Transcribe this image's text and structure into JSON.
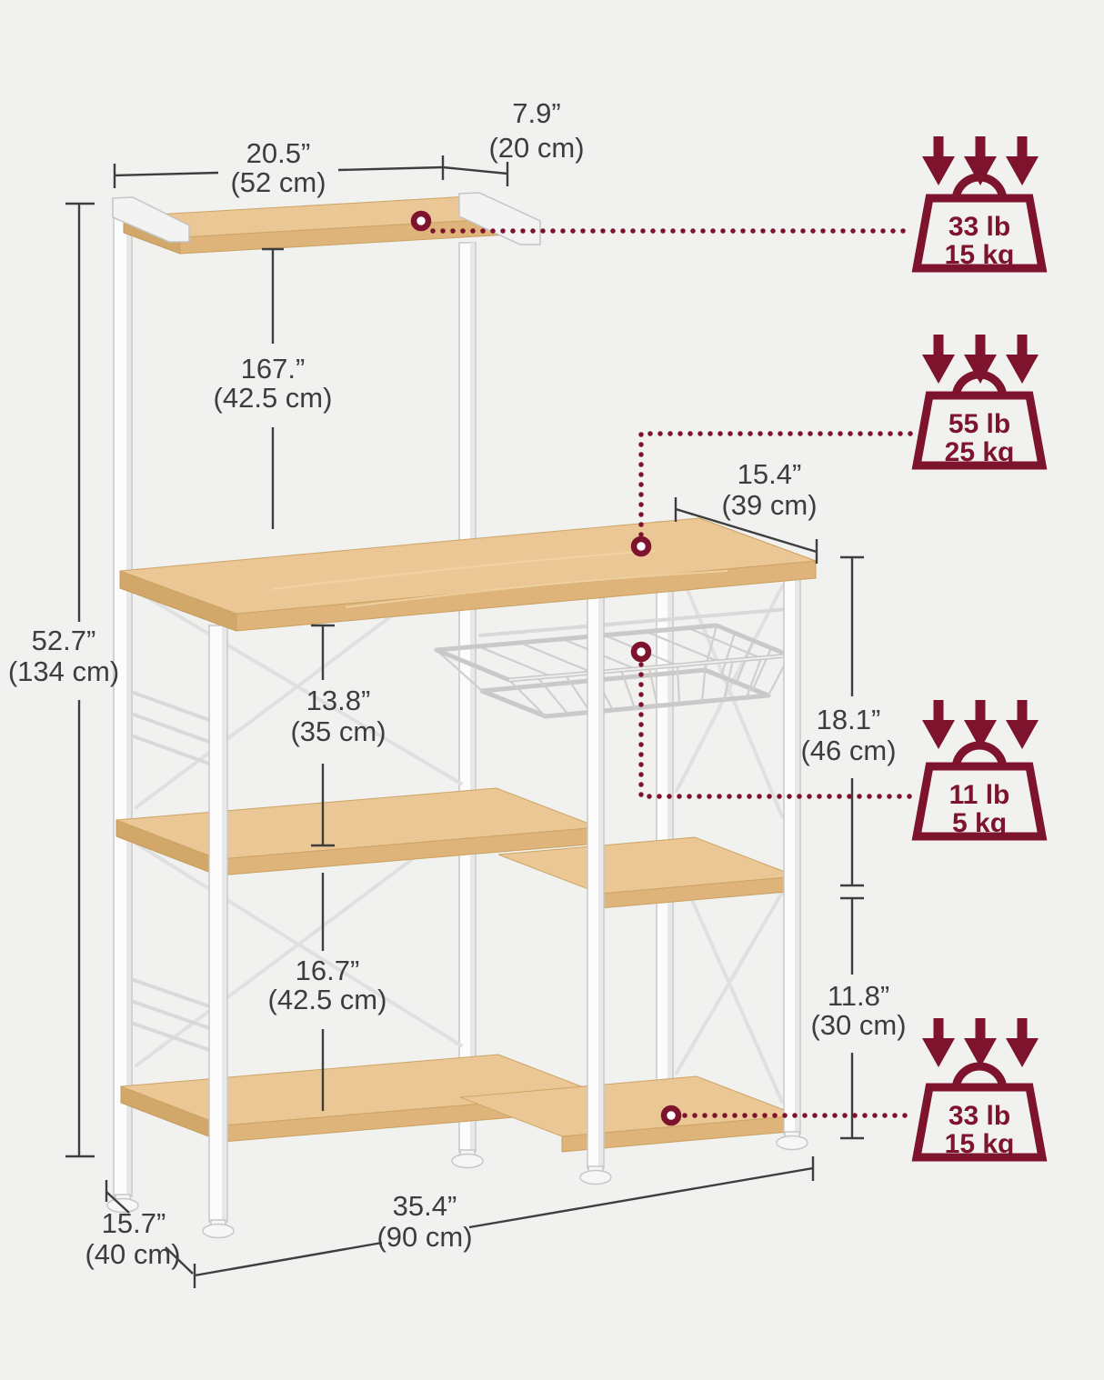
{
  "dims": {
    "top_shelf_width": {
      "in": "20.5”",
      "cm": "(52 cm)"
    },
    "top_shelf_depth": {
      "in": "7.9”",
      "cm": "(20 cm)"
    },
    "hutch_clearance": {
      "in": "167.”",
      "cm": "(42.5 cm)"
    },
    "total_height": {
      "in": "52.7”",
      "cm": "(134 cm)"
    },
    "worktop_to_mid_shelf": {
      "in": "13.8”",
      "cm": "(35 cm)"
    },
    "mid_to_bottom_shelf": {
      "in": "16.7”",
      "cm": "(42.5 cm)"
    },
    "worktop_depth": {
      "in": "15.4”",
      "cm": "(39 cm)"
    },
    "right_upper_height": {
      "in": "18.1”",
      "cm": "(46 cm)"
    },
    "right_lower_height": {
      "in": "11.8”",
      "cm": "(30 cm)"
    },
    "unit_width": {
      "in": "35.4”",
      "cm": "(90 cm)"
    },
    "unit_depth": {
      "in": "15.7”",
      "cm": "(40 cm)"
    }
  },
  "loads": {
    "top_shelf": {
      "lb": "33 lb",
      "kg": "15 kg"
    },
    "worktop": {
      "lb": "55 lb",
      "kg": "25 kg"
    },
    "wire_basket": {
      "lb": "11 lb",
      "kg": "5 kg"
    },
    "bottom_shelf": {
      "lb": "33 lb",
      "kg": "15 kg"
    }
  },
  "icons": {
    "load_pressure": "triple-down-arrows",
    "load_weight": "weight-plate-with-handle",
    "attach_point": "ring-marker"
  },
  "colors": {
    "accent_maroon": "#7d132c",
    "dimension_line": "#3e3e3e",
    "wood": "#ebc795",
    "frame_white": "#fcfcfc",
    "background": "#f1f1ef"
  }
}
